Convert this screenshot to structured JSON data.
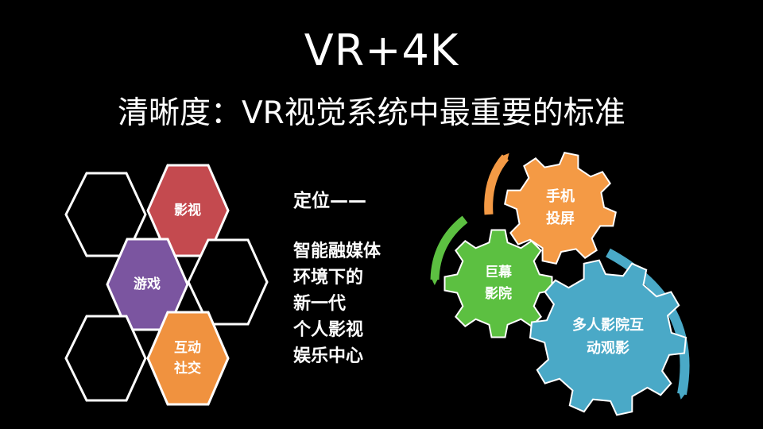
{
  "slide": {
    "title": "VR+4K",
    "subtitle": "清晰度：VR视觉系统中最重要的标准"
  },
  "hexes": {
    "yingshi": {
      "label": "影视",
      "color": "#c44a4f"
    },
    "youxi": {
      "label": "游戏",
      "color": "#7b55a0"
    },
    "hudong": {
      "line1": "互动",
      "line2": "社交",
      "color": "#f0923f"
    },
    "empty_color": "#000000",
    "outline_color": "#ffffff"
  },
  "positioning": {
    "title": "定位——",
    "lines": [
      "智能融媒体",
      "环境下的",
      "新一代",
      "个人影视",
      "娱乐中心"
    ]
  },
  "gears": {
    "phone": {
      "line1": "手机",
      "line2": "投屏",
      "color": "#f49a45"
    },
    "cinema": {
      "line1": "巨幕",
      "line2": "影院",
      "color": "#5cc041"
    },
    "multi": {
      "line1": "多人影院互",
      "line2": "动观影",
      "color": "#4aa9c7"
    }
  },
  "arrows": {
    "orange": "#f49a45",
    "green": "#5cc041",
    "blue": "#4aa9c7"
  }
}
